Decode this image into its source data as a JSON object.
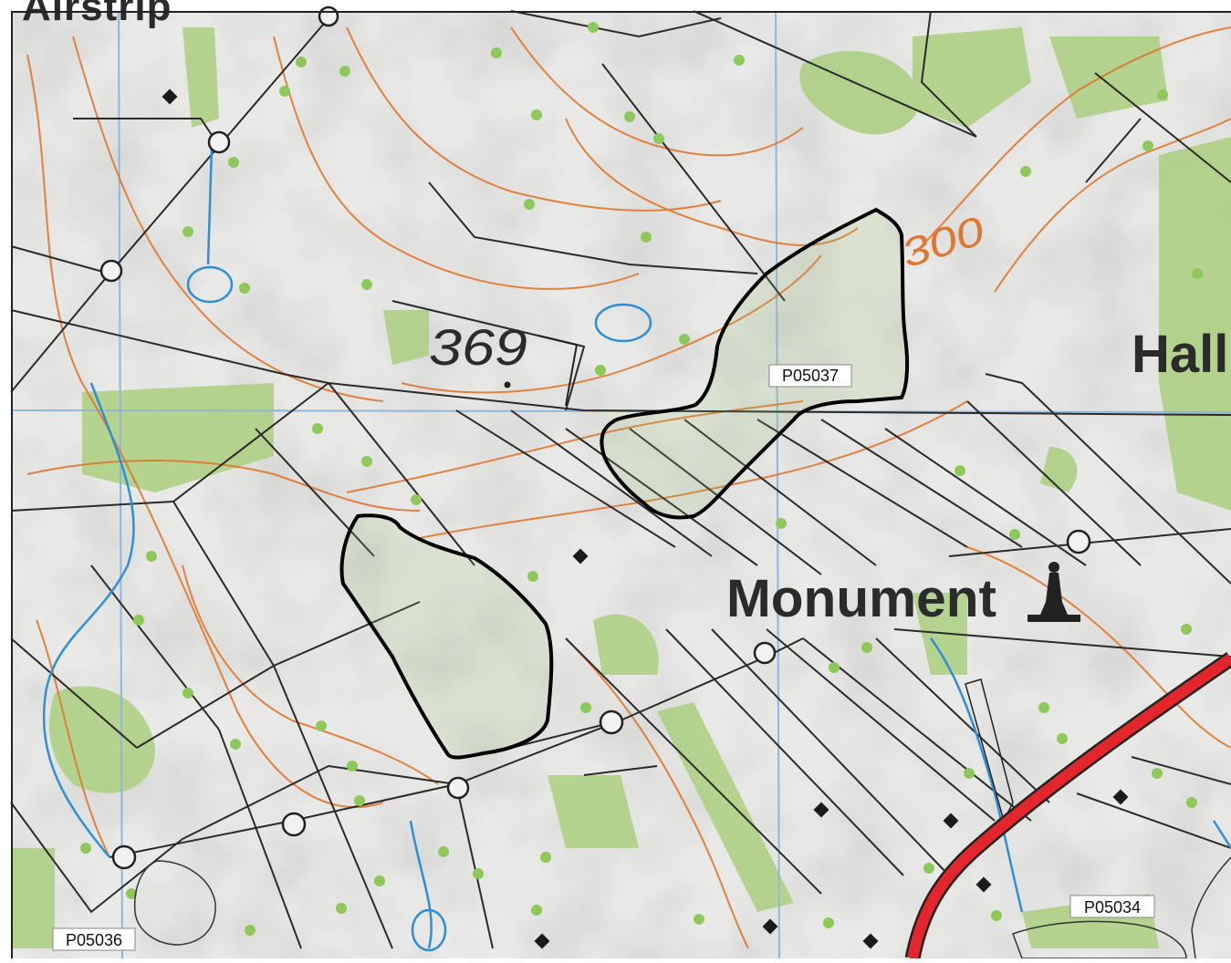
{
  "map": {
    "place_labels": {
      "top_left_partial": "Airstrip",
      "hall_partial": "Hall",
      "monument": "Monument"
    },
    "spot_height": "369",
    "contour_label": "300",
    "parcel_labels": {
      "p05037": "P05037",
      "p05036": "P05036",
      "p05034": "P05034"
    },
    "colors": {
      "background": "#e9e9e7",
      "vegetation": "#a9cf7f",
      "contour": "#e0772e",
      "cadastre": "#2a2a2a",
      "grid": "#8fb7dd",
      "water": "#2e8fd6",
      "road": "#e2262b",
      "outline": "#000000"
    }
  }
}
